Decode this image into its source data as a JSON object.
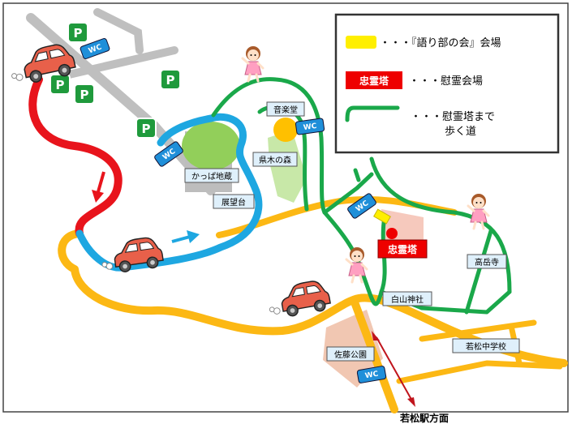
{
  "legend": {
    "venue_label": "・・・『語り部の会』会場",
    "memorial_badge": "忠霊塔",
    "memorial_label": "・・・慰霊会場",
    "walk_line1": "・・・慰霊塔まで",
    "walk_line2": "歩く道",
    "colors": {
      "venue": "#ffef00",
      "memorial": "#ee0000",
      "walk": "#1aa84a"
    }
  },
  "labels": {
    "ongakudo": "音楽堂",
    "kenmin_no_mori": "県木の森",
    "kappa_jizo": "かっぱ地蔵",
    "tenbodai": "展望台",
    "kogakuji": "高岳寺",
    "hakusan_jinja": "白山神社",
    "wakamatsu_jhs": "若松中学校",
    "sato_koen": "佐藤公園",
    "chureito": "忠霊塔",
    "station": "若松駅方面"
  },
  "icons": {
    "wc_label": "WC",
    "parking_label": "P"
  },
  "colors": {
    "red_route": "#e8141c",
    "blue_route": "#1ea7e1",
    "orange_route": "#fcb814",
    "green_walk": "#1aa84a",
    "gray_road": "#bfbfbf",
    "parking": "#1f9a3c",
    "wc": "#1f8fd9",
    "car": "#e8604a"
  }
}
